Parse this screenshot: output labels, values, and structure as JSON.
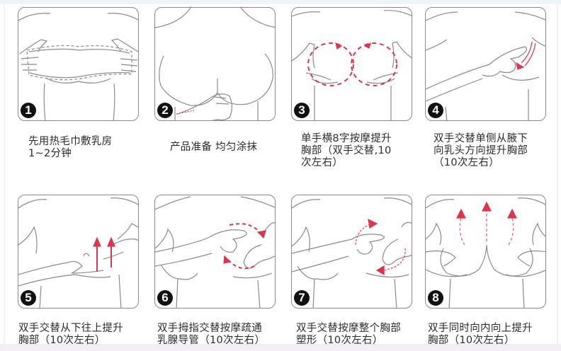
{
  "steps": [
    {
      "number": "1",
      "caption": "先用热毛巾敷乳房\n1~2分钟",
      "illustration": "warm-towel-compress"
    },
    {
      "number": "2",
      "caption": "产品准备 均匀涂抹",
      "illustration": "apply-product"
    },
    {
      "number": "3",
      "caption": "单手横8字按摩提升\n胸部（双手交替,10\n次左右）",
      "illustration": "figure-eight-massage"
    },
    {
      "number": "4",
      "caption": "双手交替单侧从腋下\n向乳头方向提升胸部\n（10次左右）",
      "illustration": "armpit-to-nipple-lift"
    },
    {
      "number": "5",
      "caption": "双手交替从下往上提升\n胸部（10次左右）",
      "illustration": "bottom-up-lift"
    },
    {
      "number": "6",
      "caption": "双手拇指交替按摩疏通\n乳腺导管（10次左右）",
      "illustration": "thumb-duct-massage"
    },
    {
      "number": "7",
      "caption": "双手交替按摩整个胸部\n塑形（10次左右）",
      "illustration": "full-chest-shaping"
    },
    {
      "number": "8",
      "caption": "双手同时向内向上提升\n胸部（10次左右）",
      "illustration": "inward-upward-lift"
    }
  ],
  "colors": {
    "line": "#8a8a8a",
    "arrow": "#d9364f",
    "badge": "#111111",
    "text": "#2b2b2b"
  }
}
